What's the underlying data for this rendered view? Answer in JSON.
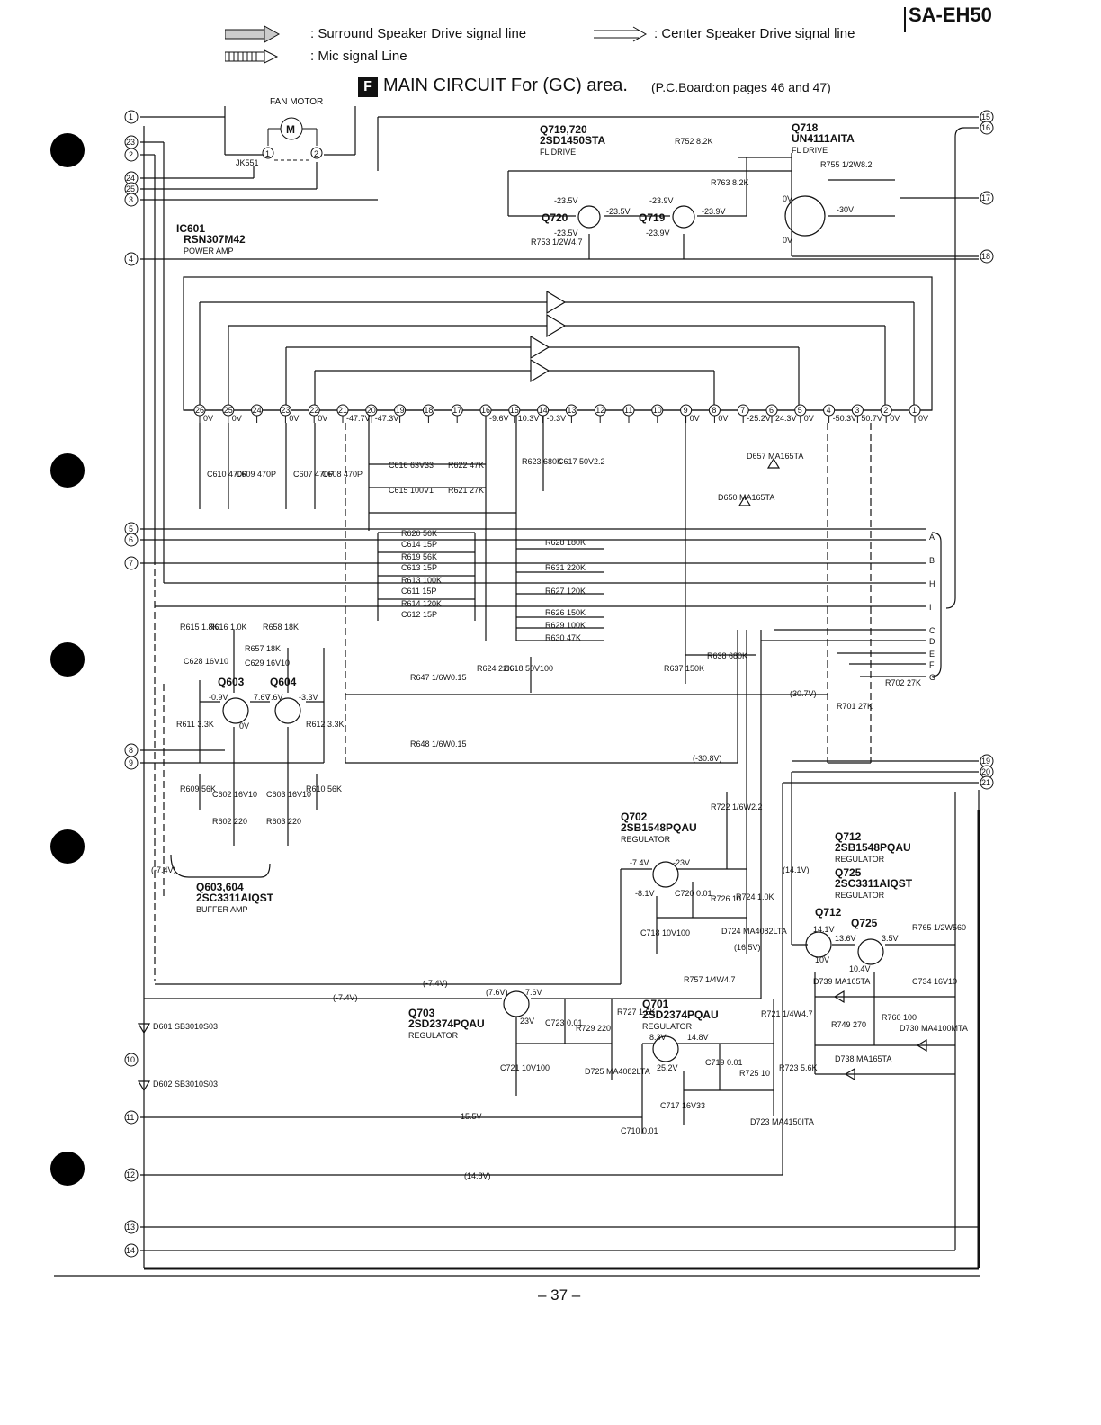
{
  "page": {
    "model": "SA-EH50",
    "legend": [
      {
        "label": ": Surround Speaker Drive signal line",
        "line": "surround-arrow"
      },
      {
        "label": ": Center Speaker Drive signal line",
        "line": "center-arrow"
      },
      {
        "label": ": Mic signal Line",
        "line": "mic-arrow"
      }
    ],
    "section_letter": "F",
    "title": "MAIN  CIRCUIT  For (GC) area.",
    "title_note": "(P.C.Board:on pages 46 and 47)",
    "page_number": "– 37 –"
  },
  "diagram": {
    "fan_motor": {
      "label": "FAN MOTOR",
      "symbol": "M",
      "connector": "JK551",
      "pins": [
        "1",
        "2"
      ]
    },
    "ic601": {
      "name": "IC601",
      "part": "RSN307M42",
      "function": "POWER AMP",
      "pins": [
        "26",
        "25",
        "24",
        "23",
        "22",
        "21",
        "20",
        "19",
        "18",
        "17",
        "16",
        "15",
        "14",
        "13",
        "12",
        "11",
        "10",
        "9",
        "8",
        "7",
        "6",
        "5",
        "4",
        "3",
        "2",
        "1"
      ],
      "pin_voltages": [
        "0V",
        "0V",
        "",
        "0V",
        "0V",
        "-47.7V",
        "-47.3V",
        "",
        "",
        "",
        "-9.6V",
        "10.3V",
        "-0.3V",
        "",
        "",
        "",
        "",
        "0V",
        "0V",
        "-25.2V",
        "24.3V",
        "0V",
        "-50.3V",
        "50.7V",
        "0V",
        "0V"
      ]
    },
    "left_terminals": [
      "1",
      "23",
      "2",
      "24",
      "25",
      "3",
      "4",
      "5",
      "6",
      "7",
      "8",
      "9",
      "10",
      "11",
      "12",
      "13",
      "14"
    ],
    "right_terminals": [
      "15",
      "16",
      "17",
      "18",
      "19",
      "20",
      "21"
    ],
    "bus_letters": [
      "A",
      "B",
      "H",
      "I",
      "C",
      "D",
      "E",
      "F",
      "G"
    ],
    "transistors": [
      {
        "ref": "Q719,720",
        "part": "2SD1450STA",
        "function": "FL DRIVE"
      },
      {
        "ref": "Q718",
        "part": "UN4111AITA",
        "function": "FL DRIVE"
      },
      {
        "ref": "Q603,604",
        "part": "2SC3311AIQST",
        "function": "BUFFER AMP"
      },
      {
        "ref": "Q702",
        "part": "2SB1548PQAU",
        "function": "REGULATOR"
      },
      {
        "ref": "Q703",
        "part": "2SD2374PQAU",
        "function": "REGULATOR"
      },
      {
        "ref": "Q701",
        "part": "2SD2374PQAU",
        "function": "REGULATOR"
      },
      {
        "ref": "Q712",
        "part": "2SB1548PQAU",
        "function": "REGULATOR"
      },
      {
        "ref": "Q725",
        "part": "2SC3311AIQST",
        "function": "REGULATOR"
      }
    ],
    "symbols": [
      "Q720",
      "Q719",
      "Q603",
      "Q604",
      "Q712",
      "Q725"
    ],
    "resistors": [
      "R752 8.2K",
      "R753 1/2W4.7",
      "R755 1/2W8.2",
      "R763 8.2K",
      "R620 56K",
      "R619 56K",
      "R613 100K",
      "R614 120K",
      "R622 47K",
      "R621 27K",
      "R623 680K",
      "R628 180K",
      "R631 220K",
      "R627 120K",
      "R626 150K",
      "R629 100K",
      "R630 47K",
      "R615 1.8K",
      "R616 1.0K",
      "R658 18K",
      "R657 18K",
      "R647 1/6W0.15",
      "R648 1/6W0.15",
      "R611 3.3K",
      "R612 3.3K",
      "R609 56K",
      "R610 56K",
      "R602 220",
      "R603 220",
      "R624 22K",
      "R637 150K",
      "R638 680K",
      "R701 27K",
      "R702 27K",
      "R722 1/6W2.2",
      "R724 1.0K",
      "R726 10",
      "R757 1/4W4.7",
      "R729 220",
      "R727 1.6K",
      "R721 1/4W4.7",
      "R723 5.6K",
      "R725 10",
      "R765 1/2W560",
      "R749 270",
      "R760 100"
    ],
    "capacitors": [
      "C616 63V33",
      "C615 100V1",
      "C614 15P",
      "C613 15P",
      "C611 15P",
      "C612 15P",
      "C617 50V2.2",
      "C610 470P",
      "C609 470P",
      "C607 470P",
      "C608 470P",
      "C628 16V10",
      "C629 16V10",
      "C602 16V10",
      "C603 16V10",
      "C618 50V100",
      "C720 0.01",
      "C718 10V100",
      "C723 0.01",
      "C721 10V100",
      "C719 0.01",
      "C717 16V33",
      "C710 0.01",
      "C734 16V10"
    ],
    "diodes": [
      "D601 SB3010S03",
      "D602 SB3010S03",
      "D650 MA165TA",
      "D657 MA165TA",
      "D724 MA4082LTA",
      "D725 MA4082LTA",
      "D723 MA4150ITA",
      "D739 MA165TA",
      "D738 MA165TA",
      "D730 MA4100MTA"
    ],
    "voltages": [
      "-23.5V",
      "-23.5V",
      "-23.5V",
      "-23.9V",
      "-23.9V",
      "-23.9V",
      "0V",
      "0V",
      "-30V",
      "-0.9V",
      "7.6V",
      "-3.3V",
      "7.6V",
      "0V",
      "(30.7V)",
      "(-30.8V)",
      "-7.4V",
      "-23V",
      "-8.1V",
      "(-7.4V)",
      "(-7.4V)",
      "(-7.4V)",
      "(7.6V)",
      "7.6V",
      "23V",
      "8.3V",
      "14.8V",
      "25.2V",
      "15.5V",
      "(14.8V)",
      "(14.1V)",
      "14.1V",
      "13.6V",
      "3.5V",
      "10V",
      "10.4V",
      "(16.5V)"
    ]
  }
}
